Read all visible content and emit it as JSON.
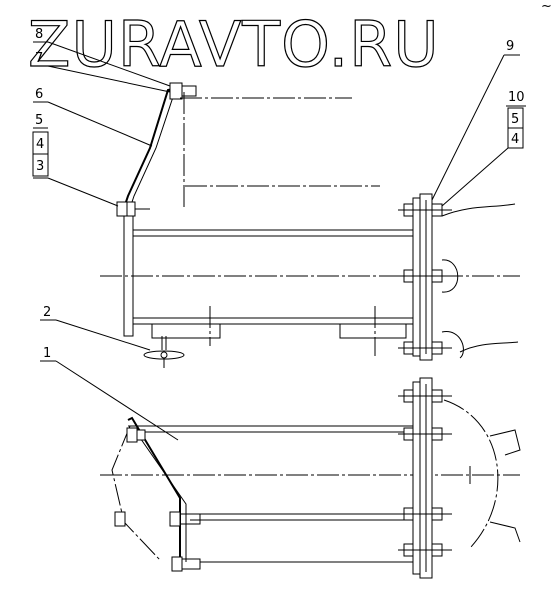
{
  "watermark": "ZURAVTO.RU",
  "corner_mark": "~",
  "callouts": {
    "c1": "1",
    "c2": "2",
    "c3": "3",
    "c4a": "4",
    "c5a": "5",
    "c6": "6",
    "c7": "7",
    "c8": "8",
    "c9": "9",
    "c10": "10",
    "c5b": "5",
    "c4b": "4"
  }
}
